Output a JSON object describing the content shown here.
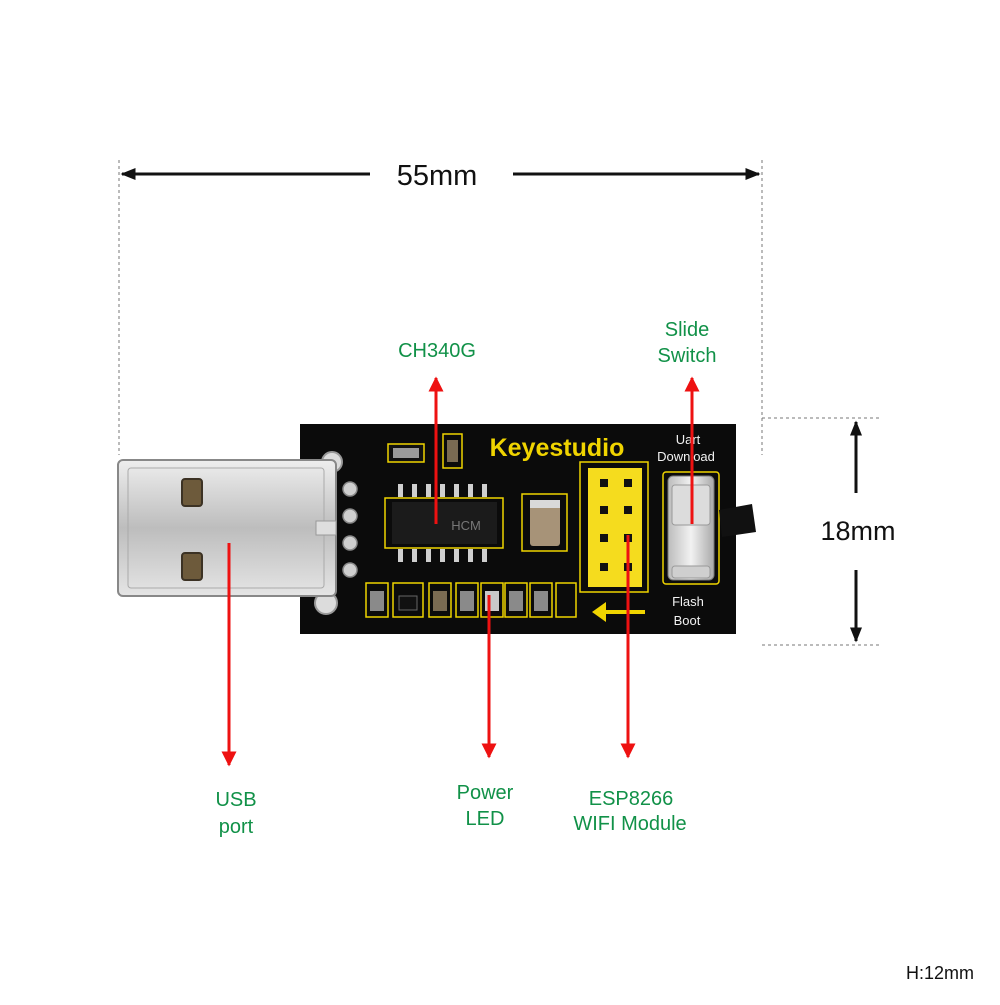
{
  "board": {
    "brand": "Keyestudio",
    "mode_top_line1": "Uart",
    "mode_top_line2": "Download",
    "mode_bottom_line1": "Flash",
    "mode_bottom_line2": "Boot",
    "chip_marking": "HCM"
  },
  "dimensions": {
    "width": "55mm",
    "height": "18mm",
    "thickness": "H:12mm"
  },
  "labels": {
    "ch340g": "CH340G",
    "slide_switch_line1": "Slide",
    "slide_switch_line2": "Switch",
    "usb_line1": "USB",
    "usb_line2": "port",
    "power_led_line1": "Power",
    "power_led_line2": "LED",
    "esp_line1": "ESP8266",
    "esp_line2": "WIFI  Module"
  },
  "colors": {
    "label": "#119148",
    "arrow": "#ee1111",
    "pcb": "#0b0b0b",
    "silkscreen": "#f0d400",
    "header": "#f5dc1e"
  }
}
